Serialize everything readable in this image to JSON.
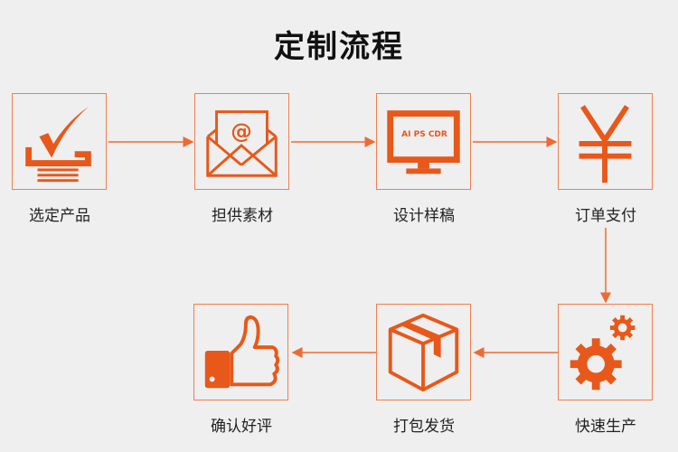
{
  "title": "定制流程",
  "accent_color": "#e8581a",
  "steps": [
    {
      "label": "选定产品",
      "icon": "checkmark-tray-icon"
    },
    {
      "label": "担供素材",
      "icon": "email-envelope-icon"
    },
    {
      "label": "设计样稿",
      "icon": "monitor-icon",
      "screen_text": "AI PS CDR"
    },
    {
      "label": "订单支付",
      "icon": "yuan-icon"
    },
    {
      "label": "快速生产",
      "icon": "gears-icon"
    },
    {
      "label": "打包发货",
      "icon": "package-icon"
    },
    {
      "label": "确认好评",
      "icon": "thumbs-up-icon"
    }
  ]
}
